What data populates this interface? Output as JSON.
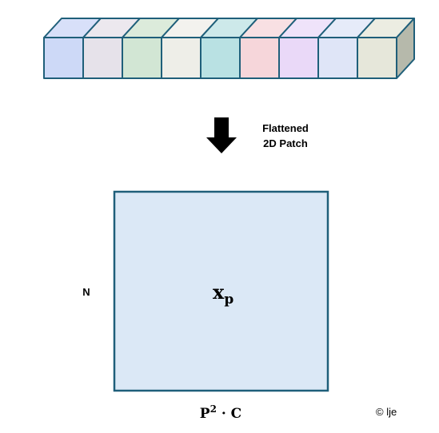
{
  "patch_strip": {
    "face_colors": [
      "#cdd9f7",
      "#e6e2ea",
      "#d2e6d4",
      "#eeeee8",
      "#b9e1e3",
      "#f6d6da",
      "#ead9f8",
      "#dfe5f7",
      "#e6e7da"
    ],
    "top_colors": [
      "#d8e0f9",
      "#ece8ee",
      "#dcebdb",
      "#f3f2ee",
      "#cde9ea",
      "#f8e0e3",
      "#efe3fa",
      "#e6ebf9",
      "#ecede2"
    ],
    "side_color": "#b6b9ab",
    "stroke_color": "#1f5f7a"
  },
  "arrow": {
    "label_line1": "Flattened",
    "label_line2": "2D Patch"
  },
  "matrix": {
    "fill_color": "#dbe8f6",
    "stroke_color": "#1f5f7a",
    "symbol_main": "x",
    "symbol_sub": "p",
    "row_label": "N",
    "col_label_base": "P",
    "col_label_exp": "2",
    "col_label_rest": " · C"
  },
  "credit": "© lje"
}
